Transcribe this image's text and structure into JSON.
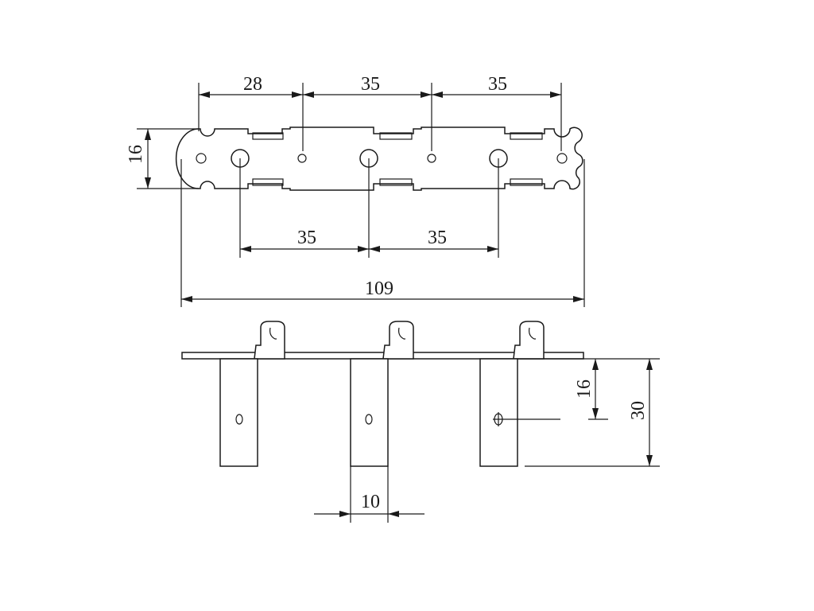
{
  "dimensions": {
    "top_pitch_first": "28",
    "top_pitch_second": "35",
    "top_pitch_third": "35",
    "plate_height": "16",
    "hole_pitch_left": "35",
    "hole_pitch_right": "35",
    "overall_length": "109",
    "tab_hole_height": "16",
    "tab_length": "30",
    "tab_width": "10"
  },
  "colors": {
    "line": "#1a1a1a",
    "background": "#ffffff"
  }
}
